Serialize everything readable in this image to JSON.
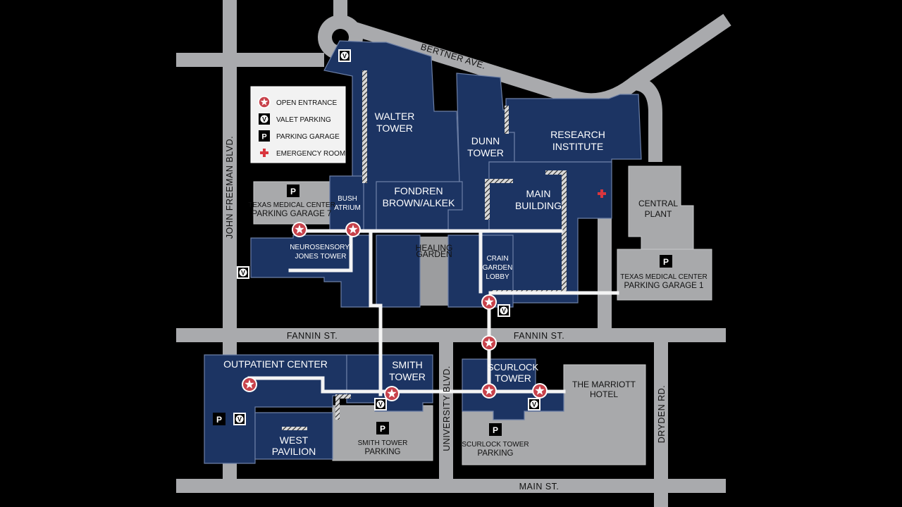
{
  "legend": {
    "items": [
      {
        "icon": "star-icon",
        "label": "OPEN ENTRANCE"
      },
      {
        "icon": "valet-icon",
        "label": "VALET PARKING"
      },
      {
        "icon": "parking-icon",
        "label": "PARKING GARAGE"
      },
      {
        "icon": "cross-icon",
        "label": "EMERGENCY ROOM"
      }
    ]
  },
  "icon_letters": {
    "valet": "V",
    "parking": "P"
  },
  "roads": {
    "bertner": "BERTNER AVE.",
    "john_freeman": "JOHN FREEMAN BLVD.",
    "fannin_west": "FANNIN ST.",
    "fannin_east": "FANNIN ST.",
    "university": "UNIVERSITY BLVD.",
    "dryden": "DRYDEN RD.",
    "main": "MAIN ST."
  },
  "buildings": {
    "walter": [
      "WALTER",
      "TOWER"
    ],
    "dunn": [
      "DUNN",
      "TOWER"
    ],
    "research": [
      "RESEARCH",
      "INSTITUTE"
    ],
    "main": [
      "MAIN",
      "BUILDING"
    ],
    "fondren": [
      "FONDREN",
      "BROWN/ALKEK"
    ],
    "bush": [
      "BUSH",
      "ATRIUM"
    ],
    "garage7": [
      "TEXAS MEDICAL CENTER",
      "PARKING GARAGE 7"
    ],
    "neuro": [
      "NEUROSENSORY/",
      "JONES TOWER"
    ],
    "healing": [
      "HEALING",
      "GARDEN"
    ],
    "crain": [
      "CRAIN",
      "GARDEN",
      "LOBBY"
    ],
    "central": [
      "CENTRAL",
      "PLANT"
    ],
    "garage1": [
      "TEXAS MEDICAL CENTER",
      "PARKING GARAGE 1"
    ],
    "outpatient": "OUTPATIENT CENTER",
    "west": [
      "WEST",
      "PAVILION"
    ],
    "smith": [
      "SMITH",
      "TOWER"
    ],
    "smith_parking": [
      "SMITH TOWER",
      "PARKING"
    ],
    "scurlock": [
      "SCURLOCK",
      "TOWER"
    ],
    "scurlock_parking": [
      "SCURLOCK TOWER",
      "PARKING"
    ],
    "marriott": [
      "THE MARRIOTT",
      "HOTEL"
    ]
  },
  "colors": {
    "background": "#000000",
    "building": "#1c3463",
    "road": "#a9aaad",
    "walkway": "#f4f4f4",
    "star": "#c8424b",
    "emergency": "#d9363e"
  }
}
